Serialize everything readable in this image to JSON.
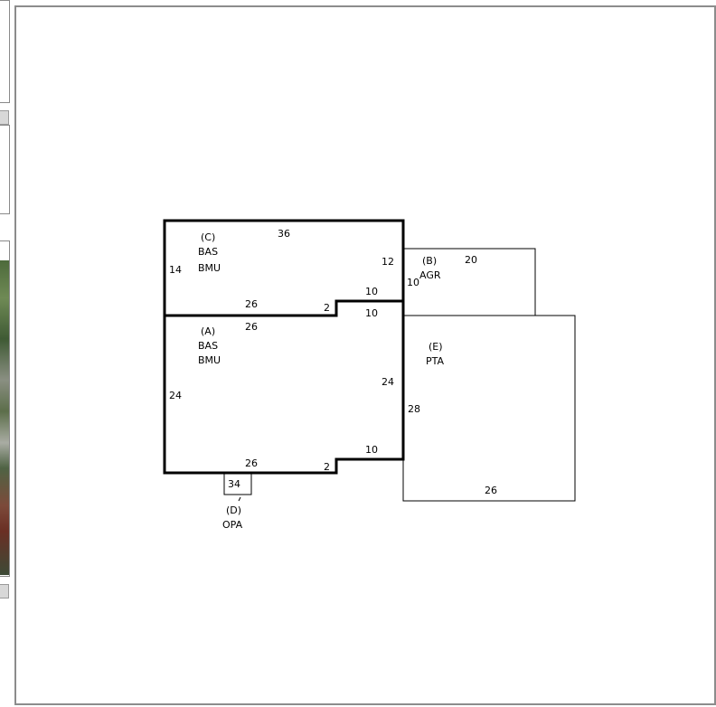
{
  "sketch": {
    "areas": [
      {
        "id": "C",
        "label": "(C)",
        "codes": [
          "BAS",
          "BMU"
        ]
      },
      {
        "id": "B",
        "label": "(B)",
        "codes": [
          "AGR"
        ]
      },
      {
        "id": "A",
        "label": "(A)",
        "codes": [
          "BAS",
          "BMU"
        ]
      },
      {
        "id": "E",
        "label": "(E)",
        "codes": [
          "PTA"
        ]
      },
      {
        "id": "D",
        "label": "(D)",
        "codes": [
          "OPA"
        ]
      }
    ],
    "dimensions": {
      "c_top": "36",
      "c_left": "14",
      "c_right": "12",
      "c_bottom": "26",
      "c_step_2": "2",
      "c_step_10": "10",
      "b_left": "10",
      "b_top": "20",
      "a_top": "26",
      "a_top_10": "10",
      "a_left": "24",
      "a_right": "24",
      "a_bottom": "26",
      "a_step_2": "2",
      "a_step_10": "10",
      "e_left": "28",
      "e_bottom": "26",
      "d_width": "34"
    }
  }
}
